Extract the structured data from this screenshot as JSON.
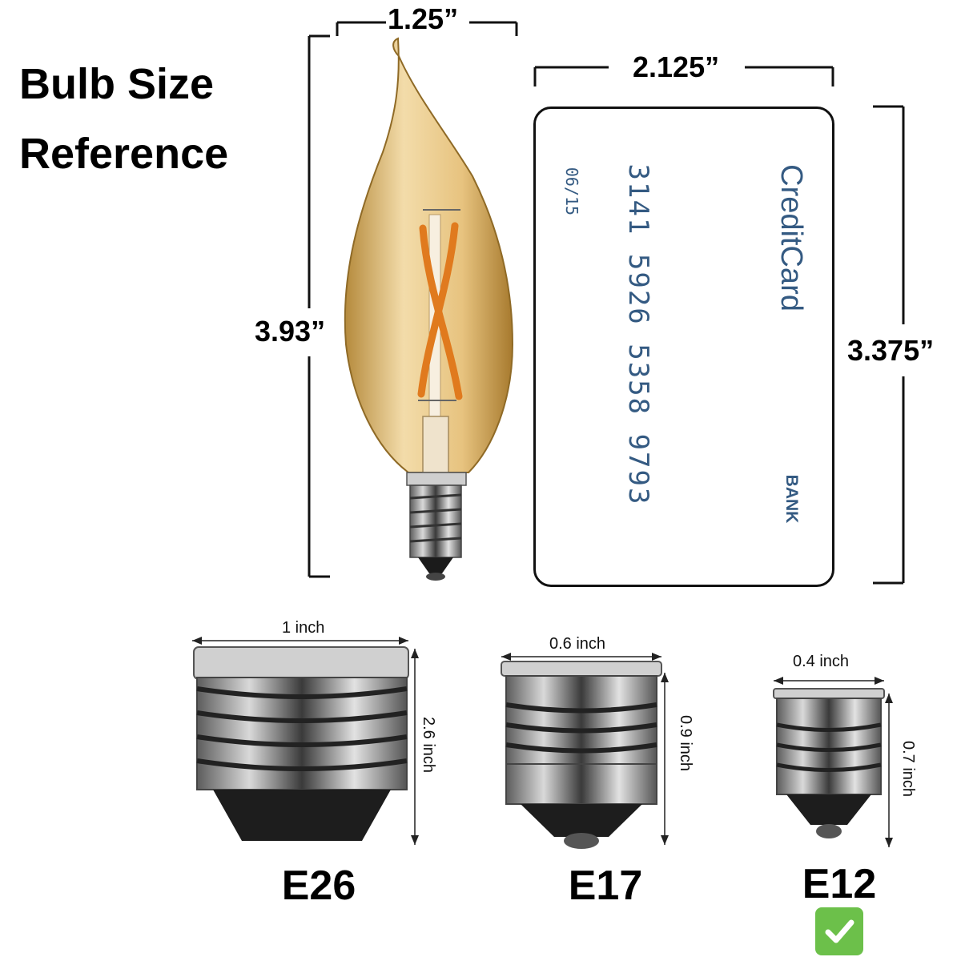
{
  "title": {
    "line1": "Bulb Size",
    "line2": "Reference"
  },
  "bulb": {
    "width_label": "1.25”",
    "height_label": "3.93”"
  },
  "card": {
    "width_label": "2.125”",
    "height_label": "3.375”",
    "brand": "CreditCard",
    "number": "3141 5926 5358 9793",
    "expiry": "06/15",
    "bank": "BANK"
  },
  "bases": [
    {
      "name": "E26",
      "width_label": "1 inch",
      "height_label": "2.6 inch"
    },
    {
      "name": "E17",
      "width_label": "0.6 inch",
      "height_label": "0.9 inch"
    },
    {
      "name": "E12",
      "width_label": "0.4 inch",
      "height_label": "0.7 inch",
      "selected": true
    }
  ],
  "colors": {
    "card_text": "#345a82",
    "bulb_glass": "#e8c27a",
    "filament": "#e07a1e",
    "check": "#6cc04a"
  },
  "icons": {
    "check": "check-mark-icon",
    "chip": "card-chip-icon"
  }
}
